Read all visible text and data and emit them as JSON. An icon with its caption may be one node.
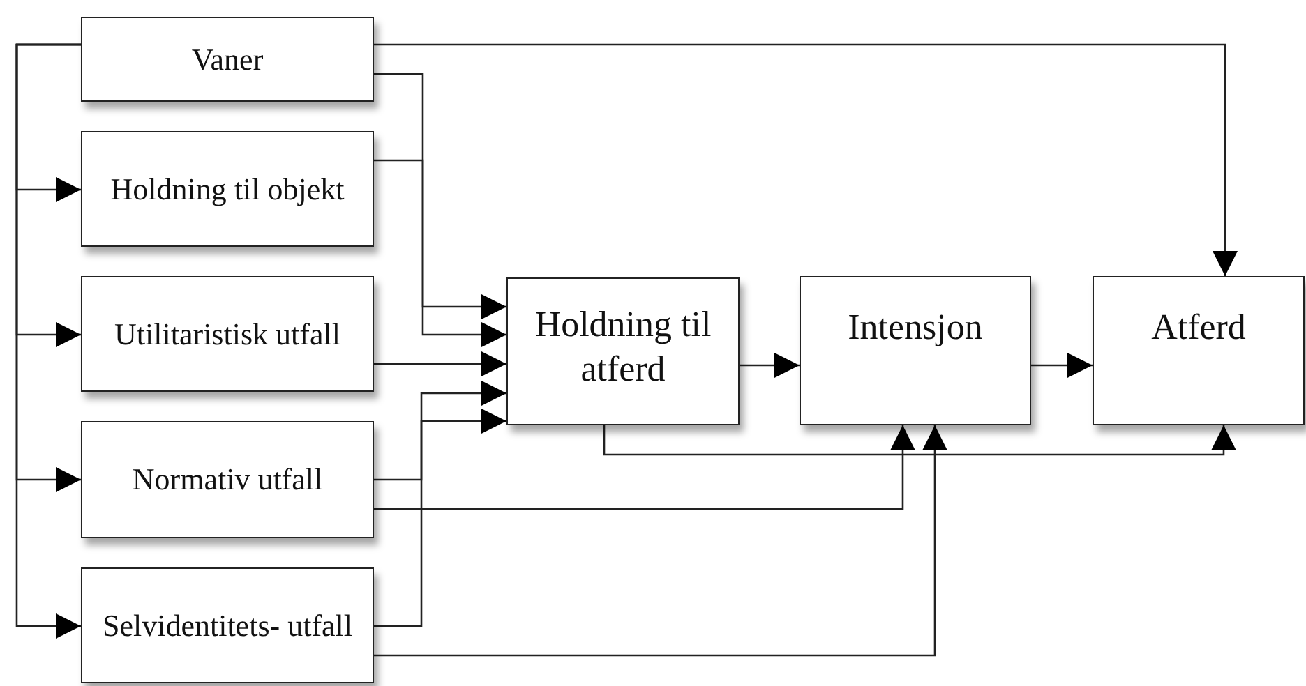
{
  "diagram": {
    "nodes": [
      {
        "text": [
          "Vaner"
        ]
      },
      {
        "text": [
          "Holdning til objekt"
        ]
      },
      {
        "text": [
          "Utilitaristisk utfall"
        ]
      },
      {
        "text": [
          "Normativ utfall"
        ]
      },
      {
        "text": [
          "Selvidentitets- utfall"
        ]
      },
      {
        "text": [
          "Holdning til atferd"
        ]
      },
      {
        "text": [
          "Intensjon"
        ]
      },
      {
        "text": [
          "Atferd"
        ]
      }
    ],
    "edges": [
      {
        "from": 0,
        "to": 1,
        "arrow": "to"
      },
      {
        "from": 0,
        "to": 2,
        "arrow": "to"
      },
      {
        "from": 0,
        "to": 3,
        "arrow": "to"
      },
      {
        "from": 0,
        "to": 4,
        "arrow": "to"
      },
      {
        "from": 0,
        "to": 7,
        "arrow": "to"
      },
      {
        "from": 0,
        "to": 5,
        "arrow": "to"
      },
      {
        "from": 1,
        "to": 5,
        "arrow": "to"
      },
      {
        "from": 2,
        "to": 5,
        "arrow": "to"
      },
      {
        "from": 3,
        "to": 5,
        "arrow": "to"
      },
      {
        "from": 4,
        "to": 5,
        "arrow": "to"
      },
      {
        "from": 5,
        "to": 6,
        "arrow": "to"
      },
      {
        "from": 6,
        "to": 7,
        "arrow": "to"
      },
      {
        "from": 5,
        "to": 7,
        "arrow": "to"
      },
      {
        "from": 3,
        "to": 6,
        "arrow": "to"
      },
      {
        "from": 4,
        "to": 6,
        "arrow": "to"
      }
    ]
  }
}
